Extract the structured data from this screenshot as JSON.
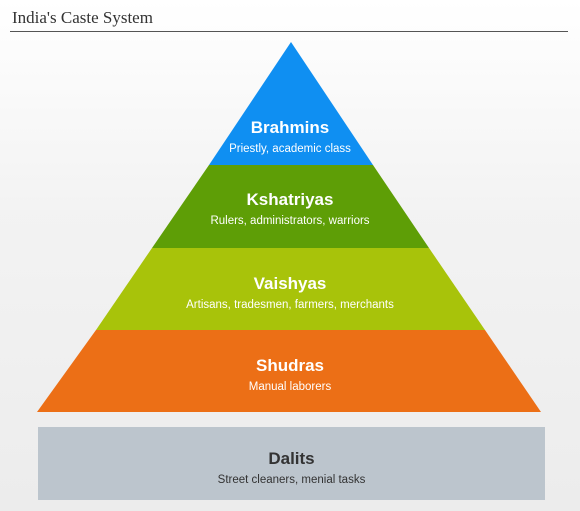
{
  "title": "India's Caste System",
  "tiers": [
    {
      "name": "Brahmins",
      "desc": "Priestly, academic class",
      "color": "#0f8ff2"
    },
    {
      "name": "Kshatriyas",
      "desc": "Rulers, administrators, warriors",
      "color": "#5e9e06"
    },
    {
      "name": "Vaishyas",
      "desc": "Artisans, tradesmen, farmers, merchants",
      "color": "#a8c30a"
    },
    {
      "name": "Shudras",
      "desc": "Manual laborers",
      "color": "#ec6f16"
    }
  ],
  "base": {
    "name": "Dalits",
    "desc": "Street cleaners, menial tasks",
    "color": "#bcc5cd"
  }
}
